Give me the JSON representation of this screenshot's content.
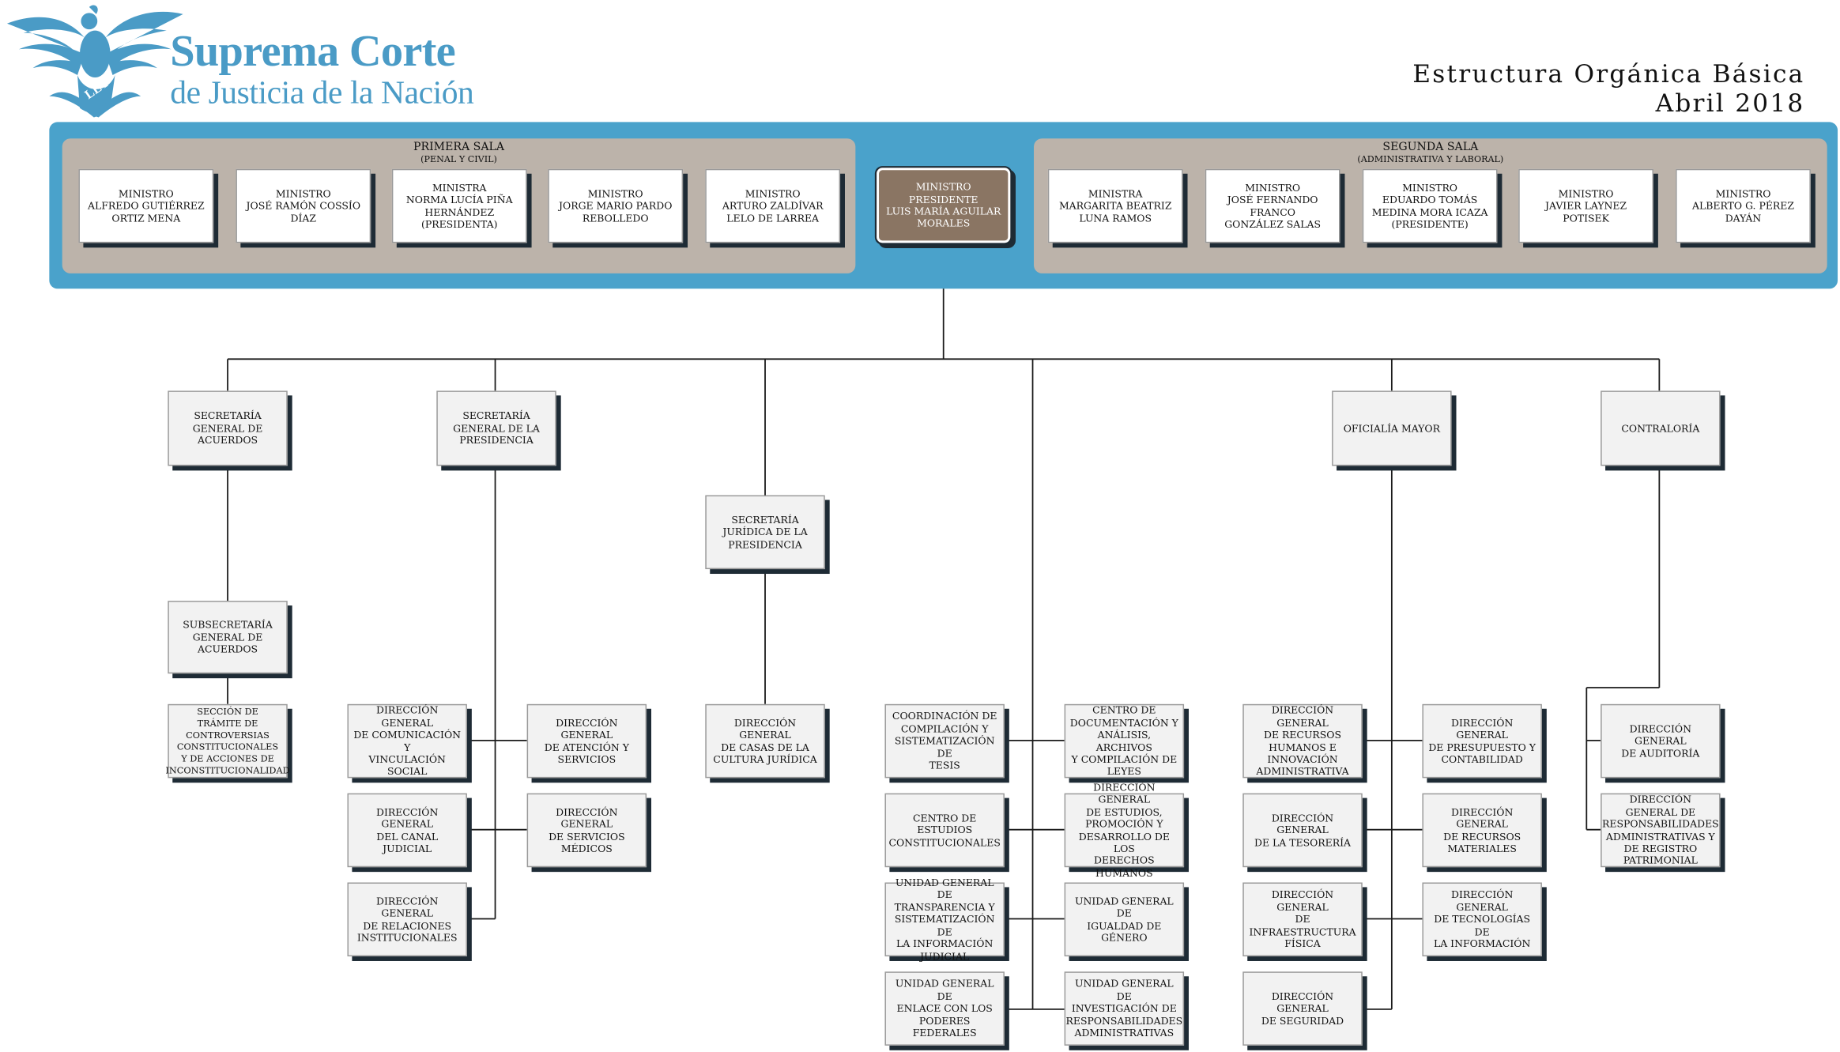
{
  "header": {
    "brand_line1": "Suprema Corte",
    "brand_line2": "de Justicia de la Nación",
    "logo_text": "LEY",
    "title_line1": "Estructura Orgánica Básica",
    "title_line2": "Abril 2018"
  },
  "primera_sala": {
    "title": "PRIMERA SALA",
    "subtitle": "(PENAL Y CIVIL)",
    "members": [
      "MINISTRO\nALFREDO GUTIÉRREZ\nORTIZ MENA",
      "MINISTRO\nJOSÉ RAMÓN COSSÍO\nDÍAZ",
      "MINISTRA\nNORMA LUCÍA PIÑA\nHERNÁNDEZ\n(PRESIDENTA)",
      "MINISTRO\nJORGE MARIO PARDO\nREBOLLEDO",
      "MINISTRO\nARTURO ZALDÍVAR\nLELO DE LARREA"
    ]
  },
  "presidente": "MINISTRO PRESIDENTE\nLUIS MARÍA AGUILAR\nMORALES",
  "segunda_sala": {
    "title": "SEGUNDA SALA",
    "subtitle": "(ADMINISTRATIVA Y LABORAL)",
    "members": [
      "MINISTRA\nMARGARITA BEATRIZ\nLUNA RAMOS",
      "MINISTRO\nJOSÉ FERNANDO\nFRANCO\nGONZÁLEZ SALAS",
      "MINISTRO\nEDUARDO TOMÁS\nMEDINA MORA ICAZA\n(PRESIDENTE)",
      "MINISTRO\nJAVIER LAYNEZ\nPOTISEK",
      "MINISTRO\nALBERTO G. PÉREZ\nDAYÁN"
    ]
  },
  "units": {
    "sga": "SECRETARÍA\nGENERAL DE\nACUERDOS",
    "sgp": "SECRETARÍA\nGENERAL DE LA\nPRESIDENCIA",
    "sjp": "SECRETARÍA\nJURÍDICA DE LA\nPRESIDENCIA",
    "om": "OFICIALÍA MAYOR",
    "contraloria": "CONTRALORÍA",
    "subsga": "SUBSECRETARÍA\nGENERAL DE\nACUERDOS",
    "seccion": "SECCIÓN DE\nTRÁMITE DE\nCONTROVERSIAS\nCONSTITUCIONALES\nY DE ACCIONES DE\nINCONSTITUCIONALIDAD",
    "dg_comunicacion": "DIRECCIÓN GENERAL\nDE COMUNICACIÓN Y\nVINCULACIÓN\nSOCIAL",
    "dg_atencion": "DIRECCIÓN GENERAL\nDE ATENCIÓN Y\nSERVICIOS",
    "dg_canal": "DIRECCIÓN GENERAL\nDEL CANAL JUDICIAL",
    "dg_medicos": "DIRECCIÓN GENERAL\nDE SERVICIOS\nMÉDICOS",
    "dg_relaciones": "DIRECCIÓN GENERAL\nDE RELACIONES\nINSTITUCIONALES",
    "dg_casas": "DIRECCIÓN GENERAL\nDE CASAS DE LA\nCULTURA JURÍDICA",
    "coord_tesis": "COORDINACIÓN DE\nCOMPILACIÓN Y\nSISTEMATIZACIÓN DE\nTESIS",
    "centro_doc": "CENTRO DE\nDOCUMENTACIÓN Y\nANÁLISIS, ARCHIVOS\nY COMPILACIÓN DE\nLEYES",
    "centro_estudios": "CENTRO DE ESTUDIOS\nCONSTITUCIONALES",
    "dg_ddhh": "DIRECCIÓN GENERAL\nDE ESTUDIOS,\nPROMOCIÓN Y\nDESARROLLO DE LOS\nDERECHOS HUMANOS",
    "ug_transparencia": "UNIDAD GENERAL DE\nTRANSPARENCIA Y\nSISTEMATIZACIÓN DE\nLA INFORMACIÓN\nJUDICIAL",
    "ug_igualdad": "UNIDAD GENERAL DE\nIGUALDAD DE\nGÉNERO",
    "ug_enlace": "UNIDAD GENERAL DE\nENLACE CON LOS\nPODERES FEDERALES",
    "ug_investigacion": "UNIDAD GENERAL DE\nINVESTIGACIÓN DE\nRESPONSABILIDADES\nADMINISTRATIVAS",
    "dg_rh": "DIRECCIÓN GENERAL\nDE RECURSOS\nHUMANOS E\nINNOVACIÓN\nADMINISTRATIVA",
    "dg_presupuesto": "DIRECCIÓN GENERAL\nDE PRESUPUESTO Y\nCONTABILIDAD",
    "dg_tesoreria": "DIRECCIÓN GENERAL\nDE LA TESORERÍA",
    "dg_materiales": "DIRECCIÓN GENERAL\nDE RECURSOS\nMATERIALES",
    "dg_infra": "DIRECCIÓN GENERAL\nDE\nINFRAESTRUCTURA\nFÍSICA",
    "dg_tecnologias": "DIRECCIÓN GENERAL\nDE TECNOLOGÍAS DE\nLA INFORMACIÓN",
    "dg_seguridad": "DIRECCIÓN GENERAL\nDE SEGURIDAD",
    "dg_auditoria": "DIRECCIÓN GENERAL\nDE AUDITORÍA",
    "dg_responsabilidades": "DIRECCIÓN\nGENERAL DE\nRESPONSABILIDADES\nADMINISTRATIVAS Y\nDE REGISTRO\nPATRIMONIAL"
  }
}
